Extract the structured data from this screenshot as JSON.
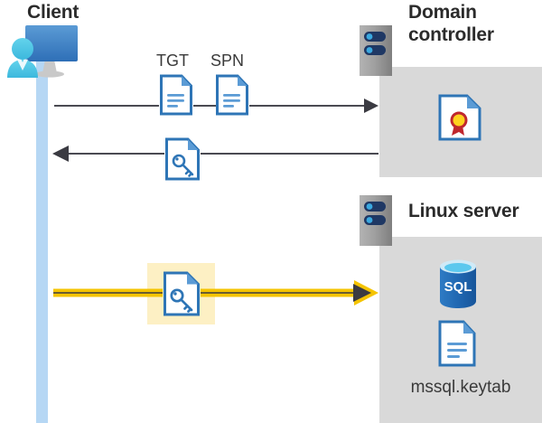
{
  "diagram": {
    "title_client": "Client",
    "title_domain_controller": "Domain controller",
    "title_linux_server": "Linux server",
    "colors": {
      "panel_gray": "#d9d9d9",
      "lifeline_blue": "#b6d7f4",
      "highlight_yellow": "#fdf0c4",
      "arrow_gold": "#f5c400",
      "arrow_dark": "#3b3b42",
      "doc_blue": "#2e75b6",
      "sql_blue": "#1f66b0",
      "cert_red": "#c0272d",
      "cert_gold": "#ffd21f",
      "server_gray": "#9a9a9a",
      "server_led_navy": "#1f3864",
      "server_led_cyan": "#3aa9e0",
      "text_dark": "#2b2b2b"
    }
  },
  "nodes": {
    "client": {
      "label": "Client",
      "icon": "user-monitor-icon"
    },
    "domain_controller": {
      "label": "Domain controller",
      "server_icon": "server-rack-icon",
      "contents": [
        {
          "icon": "certificate-document-icon",
          "label": ""
        }
      ]
    },
    "linux_server": {
      "label": "Linux server",
      "server_icon": "server-rack-icon",
      "contents": [
        {
          "icon": "sql-database-icon",
          "label": "SQL"
        },
        {
          "icon": "document-icon",
          "label": "mssql.keytab"
        }
      ]
    }
  },
  "artifacts": {
    "tgt": {
      "label": "TGT",
      "icon": "document-icon"
    },
    "spn": {
      "label": "SPN",
      "icon": "document-icon"
    },
    "service_ticket": {
      "label": "",
      "icon": "key-document-icon"
    },
    "keytab_ticket": {
      "label": "",
      "icon": "key-document-icon",
      "highlighted": true
    },
    "keytab_file": {
      "label": "mssql.keytab",
      "icon": "document-icon"
    },
    "sql_db": {
      "label": "SQL",
      "icon": "sql-database-icon"
    },
    "certificate": {
      "label": "",
      "icon": "certificate-document-icon"
    }
  },
  "flows": [
    {
      "id": "request",
      "from": "client",
      "to": "domain_controller",
      "direction": "right",
      "style": "thin-dark",
      "carries": [
        "TGT",
        "SPN"
      ]
    },
    {
      "id": "response",
      "from": "domain_controller",
      "to": "client",
      "direction": "left",
      "style": "thin-dark",
      "carries": [
        "service-ticket"
      ]
    },
    {
      "id": "authenticate",
      "from": "client",
      "to": "linux_server",
      "direction": "right",
      "style": "thick-gold",
      "carries": [
        "service-ticket"
      ],
      "highlighted": true
    }
  ],
  "sql_text": "SQL"
}
